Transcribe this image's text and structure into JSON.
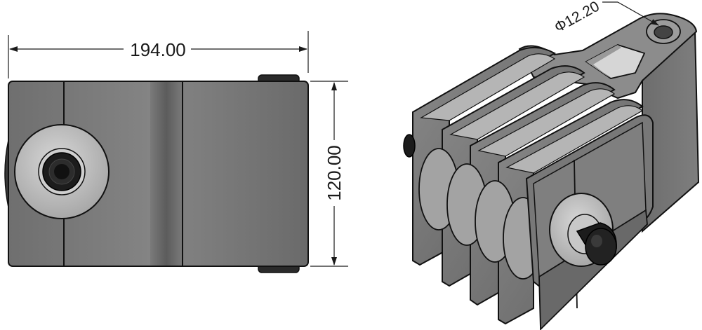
{
  "dimensions": {
    "width_label": "194.00",
    "height_label": "120.00",
    "hole_diameter_label": "Φ12.20"
  },
  "colors": {
    "background": "#ffffff",
    "body_fill": "#7b7b7b",
    "body_dark": "#4a4a4a",
    "outline": "#111111",
    "washer": "#bdbdbd",
    "bolt": "#1a1a1a",
    "dimension_line": "#1a1a1a"
  },
  "views": [
    "front-orthographic-view",
    "isometric-view"
  ]
}
